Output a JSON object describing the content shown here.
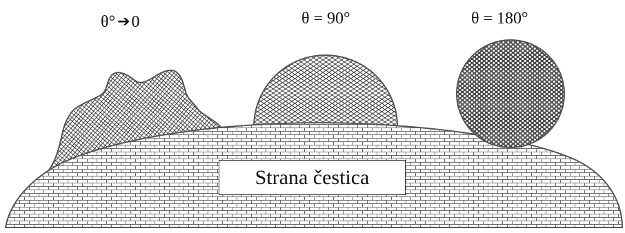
{
  "labels": {
    "contact_zero": {
      "theta": "θ°",
      "arrow": "➔",
      "value": "0"
    },
    "contact_90": "θ = 90°",
    "contact_180": "θ = 180°",
    "particle": "Strana čestica"
  },
  "colors": {
    "outline": "#555555",
    "hatch": "#222222",
    "brick": "#666666",
    "background": "#ffffff"
  }
}
